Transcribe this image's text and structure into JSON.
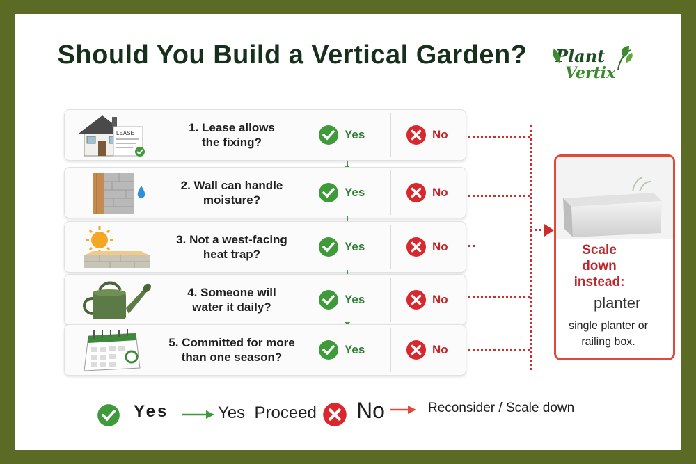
{
  "title": "Should You Build a Vertical Garden?",
  "logo": {
    "line1": "Plant",
    "line2": "Vertix"
  },
  "illustration_labels": {
    "lease_sign": "LEASE"
  },
  "questions": [
    {
      "text": "1. Lease allows\nthe fixing?",
      "yes": "Yes",
      "no": "No",
      "illustration": "house-lease-icon"
    },
    {
      "text": "2. Wall can handle\nmoisture?",
      "yes": "Yes",
      "no": "No",
      "illustration": "wall-moisture-icon"
    },
    {
      "text": "3. Not a west-facing\nheat trap?",
      "yes": "Yes",
      "no": "No",
      "illustration": "sun-wall-icon"
    },
    {
      "text": "4. Someone will\nwater it daily?",
      "yes": "Yes",
      "no": "No",
      "illustration": "watering-can-icon"
    },
    {
      "text": "5. Committed for more\nthan one season?",
      "yes": "Yes",
      "no": "No",
      "illustration": "calendar-icon"
    }
  ],
  "alternative": {
    "heading": "Scale\ndown\ninstead:",
    "item": "planter",
    "description": "single planter or\nrailing box."
  },
  "legend": {
    "yes": "Yes",
    "yes_action": "Yes  Proceed",
    "no": "No",
    "no_action": "Reconsider / Scale down"
  },
  "colors": {
    "border": "#5b6a25",
    "yes_green": "#2f7d32",
    "no_red": "#c0272d",
    "accent_red": "#e04a3b",
    "title": "#16301c"
  }
}
